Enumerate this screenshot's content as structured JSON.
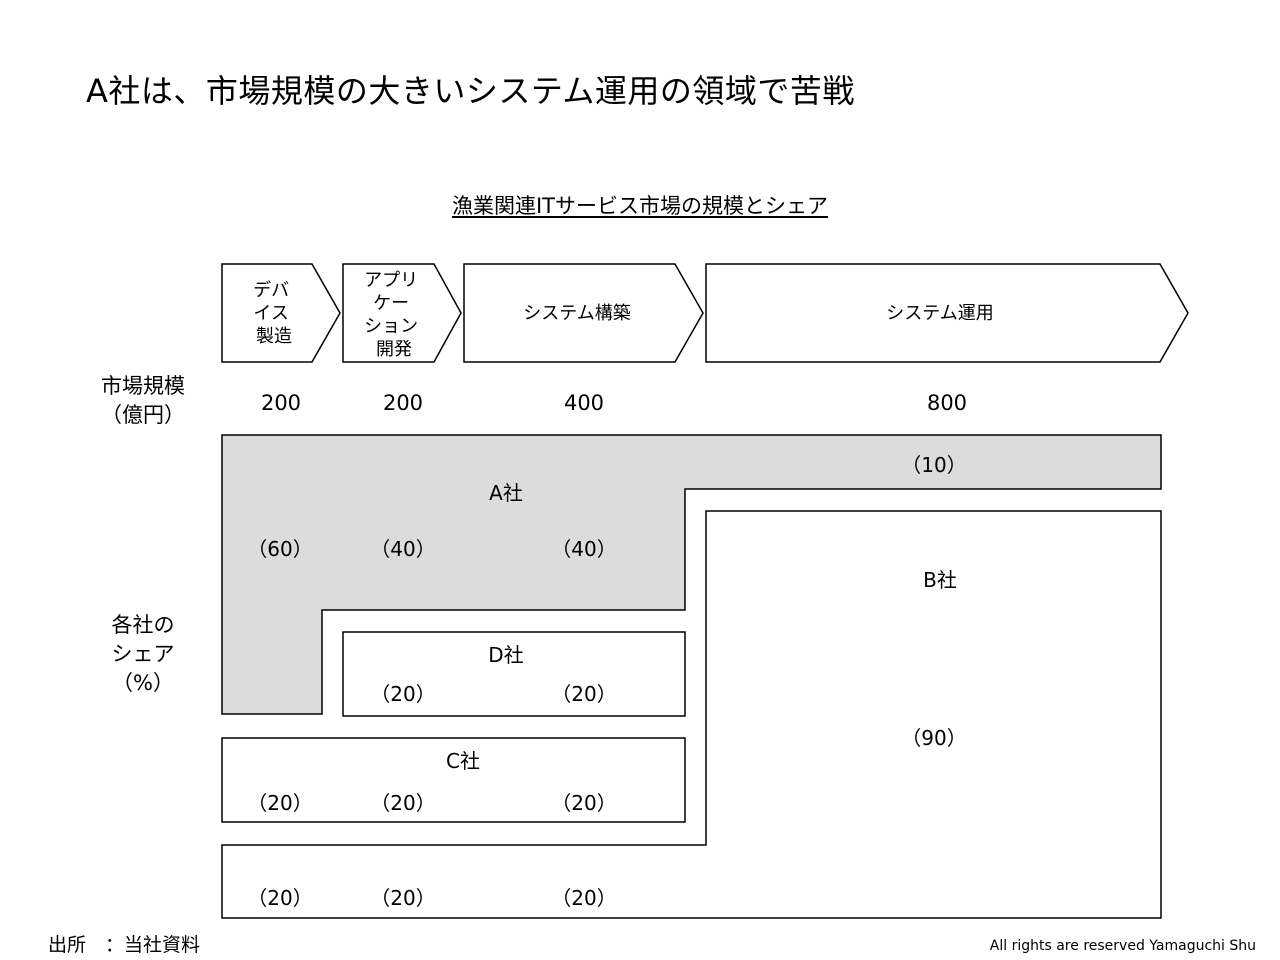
{
  "title": "A社は、市場規模の大きいシステム運用の領域で苦戦",
  "subtitle": "漁業関連ITサービス市場の規模とシェア",
  "market_size_label": [
    "市場規模",
    "（億円）"
  ],
  "share_label": [
    "各社の",
    "シェア",
    "（%）"
  ],
  "segments": [
    {
      "label": [
        "デバ",
        "イス",
        "製造"
      ],
      "size": "200"
    },
    {
      "label": [
        "アプリ",
        "ケー",
        "ション",
        "開発"
      ],
      "size": "200"
    },
    {
      "label": [
        "システム構築"
      ],
      "size": "400"
    },
    {
      "label": [
        "システム運用"
      ],
      "size": "800"
    }
  ],
  "companies": [
    {
      "name": "A社",
      "shares": [
        "（60）",
        "（40）",
        "（40）",
        "（10）"
      ]
    },
    {
      "name": "B社",
      "shares": [
        "（90）"
      ]
    },
    {
      "name": "D社",
      "shares": [
        "（20）",
        "（20）"
      ]
    },
    {
      "name": "C社",
      "shares": [
        "（20）",
        "（20）",
        "（20）"
      ]
    },
    {
      "name": "",
      "shares": [
        "（20）",
        "（20）",
        "（20）"
      ]
    }
  ],
  "source": "出所　：当社資料",
  "copyright": "All rights are reserved Yamaguchi Shu",
  "colors": {
    "a_fill": "#dcdcdc",
    "stroke": "#000000",
    "fill": "#ffffff"
  }
}
